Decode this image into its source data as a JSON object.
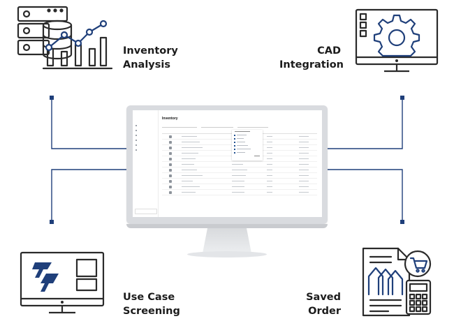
{
  "features": {
    "inventory_analysis": {
      "line1": "Inventory",
      "line2": "Analysis"
    },
    "cad_integration": {
      "line1": "CAD",
      "line2": "Integration"
    },
    "use_case_screening": {
      "line1": "Use Case",
      "line2": "Screening"
    },
    "saved_order": {
      "line1": "Saved",
      "line2": "Order"
    }
  },
  "screen": {
    "page_title": "Inventory"
  },
  "colors": {
    "accent_navy": "#1f3f7a",
    "icon_outline": "#2a2a2a",
    "monitor_frame": "#d9dbdf"
  },
  "icons": {
    "top_left": "database-growth-chart-icon",
    "top_right": "monitor-gear-icon",
    "bottom_left": "monitor-logo-icon",
    "bottom_right": "order-document-cart-calculator-icon"
  }
}
